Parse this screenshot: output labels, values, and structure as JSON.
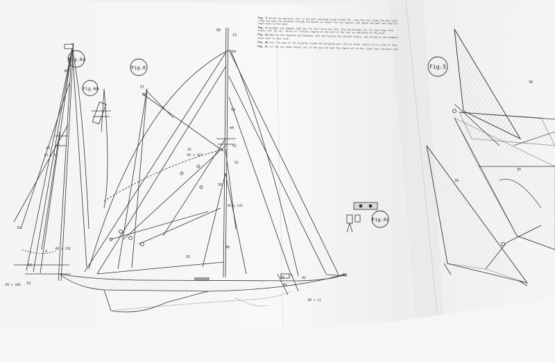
{
  "figures": {
    "fig_6a": "Fig.6a",
    "fig_6": "Fig.6",
    "fig_6b": "Fig.6b",
    "fig_6c": "Fig.6c",
    "fig_5": "Fig.5"
  },
  "callouts": [
    {
      "text": "60"
    },
    {
      "text": "54"
    },
    {
      "text": "53"
    },
    {
      "text": "52"
    },
    {
      "text": "51"
    },
    {
      "text": "57"
    },
    {
      "text": "55"
    },
    {
      "text": "56"
    },
    {
      "text": "50"
    },
    {
      "text": "58"
    },
    {
      "text": "42"
    },
    {
      "text": "37"
    },
    {
      "text": "30"
    },
    {
      "text": "9"
    },
    {
      "text": "13"
    },
    {
      "text": "19"
    },
    {
      "text": "23"
    },
    {
      "text": "22"
    },
    {
      "text": "32"
    },
    {
      "text": "41"
    },
    {
      "text": "44"
    },
    {
      "text": "39"
    },
    {
      "text": "40"
    },
    {
      "text": "36"
    },
    {
      "text": "35"
    },
    {
      "text": "34"
    },
    {
      "text": "Ø2 x 158"
    },
    {
      "text": "Ø2 x 12"
    },
    {
      "text": "Ø1 x 100"
    },
    {
      "text": "Ø1 x 135"
    },
    {
      "text": "Ø1 x 58"
    },
    {
      "text": "Ø2 x 107"
    }
  ],
  "instructions": [
    {
      "title": "Fig. 5",
      "body": "Attach the mainsail (35) to the gaff and boom using thread (R). Lace the sail along the mast with rings and pass the halyards through the blocks as shown. Fix the topsail (36) above the gaff and lead its sheet down to the deck."
    },
    {
      "title": "Fig. 6",
      "body": "Assemble the topmast (60) and fit the crosstrees (53). Rig the shrouds (51, 52) and stays with blocks (54, 55, 56). Belay all running rigging to the pins at the rail as indicated on the plan."
    },
    {
      "title": "Fig. 6a",
      "body": "Make up the lanyards and deadeyes (40) and tension the shrouds evenly. Use thread of the diameter shown next to each line."
    },
    {
      "title": "Fig. 6b",
      "body": "Coil the ends of the halyards around the belaying pins (42) as drawn. Secure with a drop of glue."
    },
    {
      "title": "Fig. 6c",
      "body": "Fit the jib sheet blocks (41) at the bow and lead the sheets aft to the cleats near the mast foot."
    }
  ]
}
